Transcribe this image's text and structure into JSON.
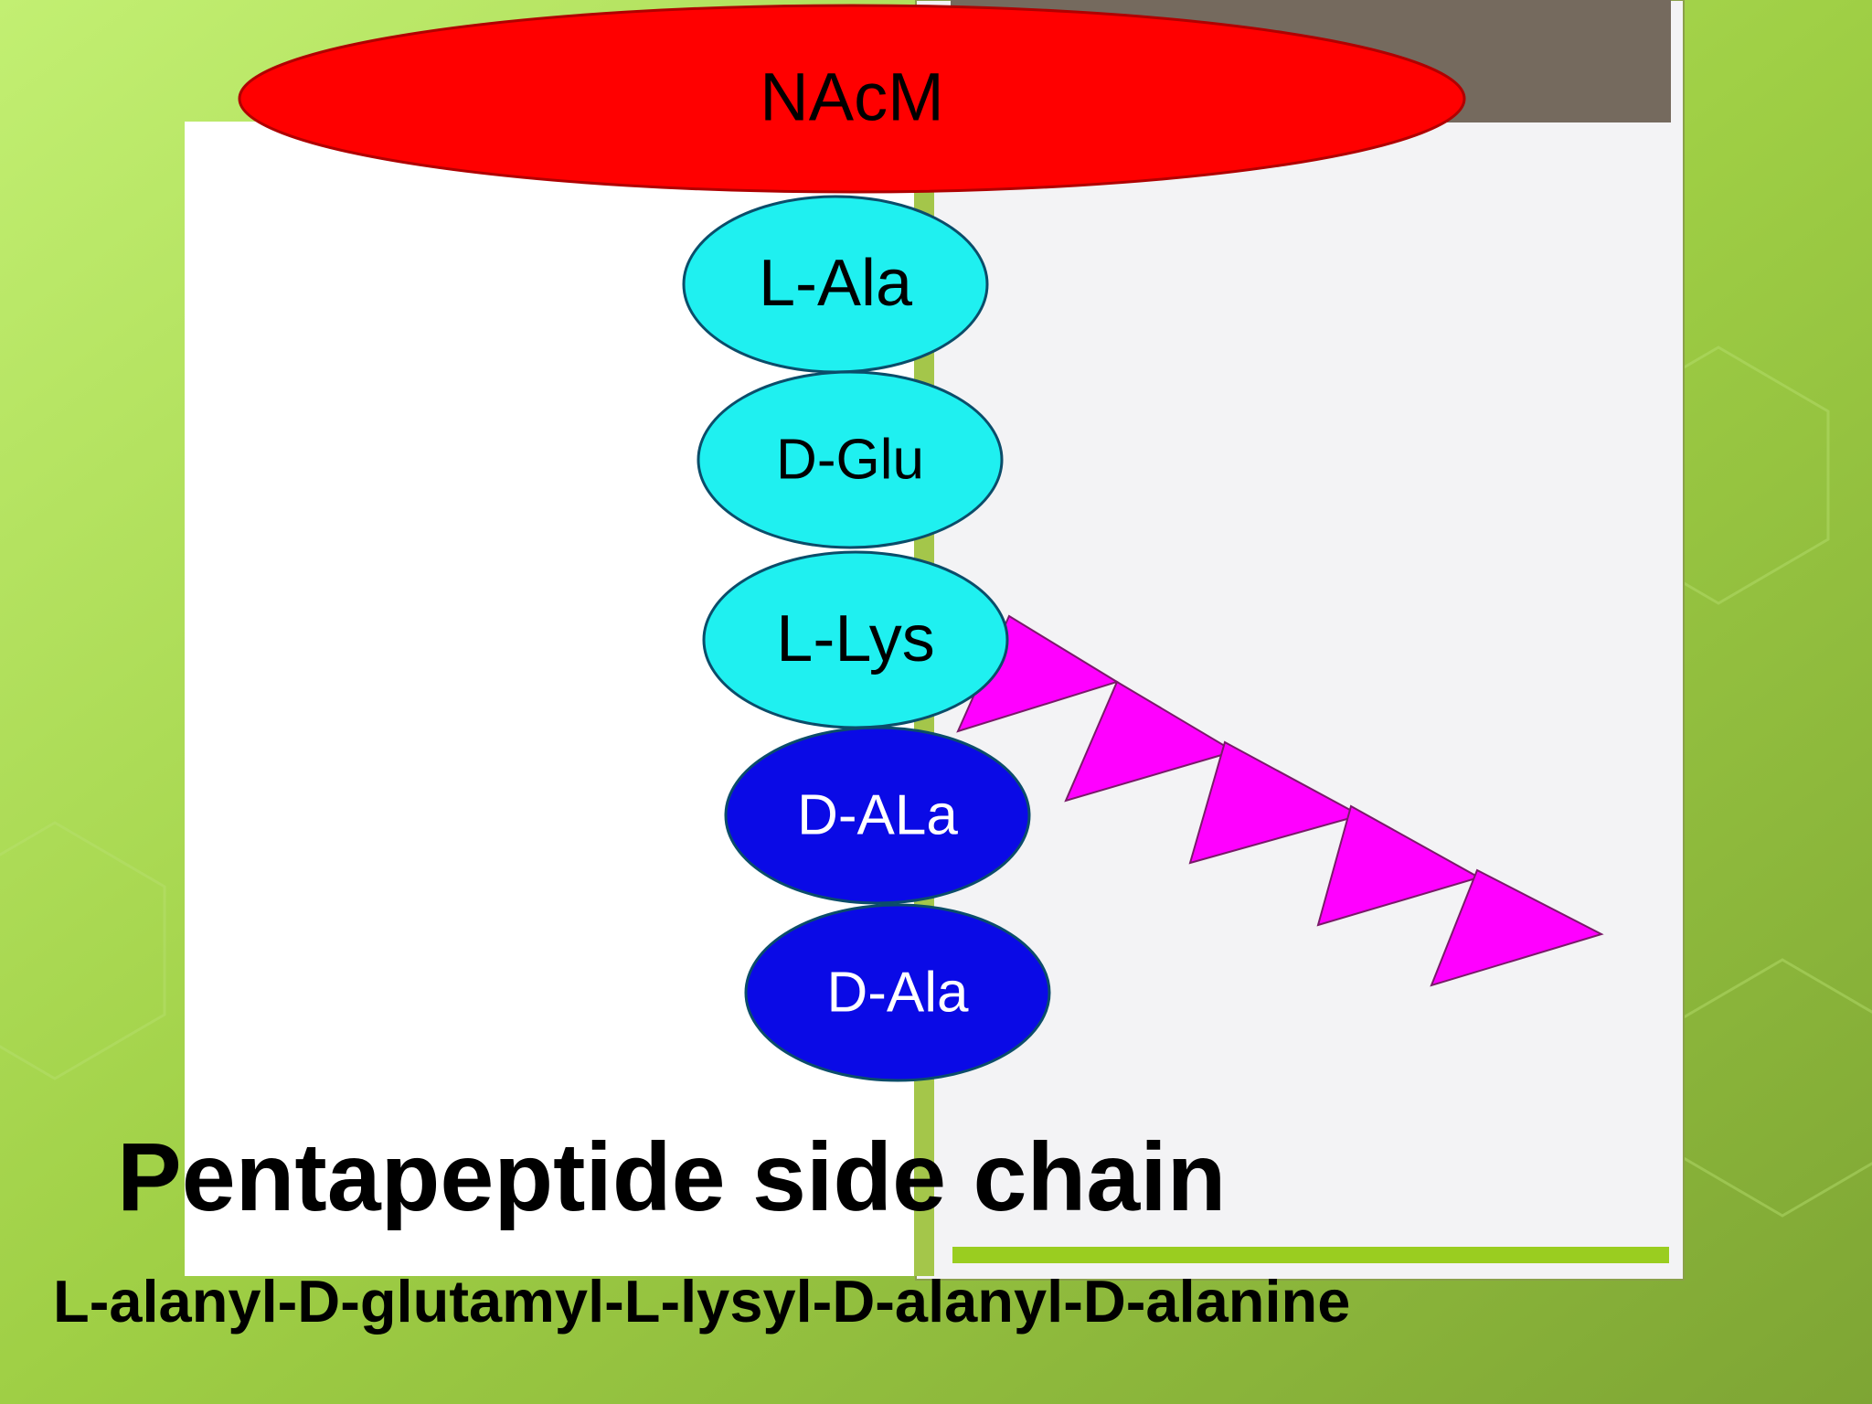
{
  "slide": {
    "title": "Pentapeptide side chain",
    "subtitle": "L-alanyl-D-glutamyl-L-lysyl-D-alanyl-D-alanine"
  },
  "diagram": {
    "sugar": {
      "label": "NAcM",
      "color": "#ff0000"
    },
    "residues": [
      {
        "label": "L-Ala",
        "color": "#1ff0f0"
      },
      {
        "label": "D-Glu",
        "color": "#1ff0f0"
      },
      {
        "label": "L-Lys",
        "color": "#1ff0f0"
      },
      {
        "label": "D-ALa",
        "color": "#0a0ae6"
      },
      {
        "label": "D-Ala",
        "color": "#0a0ae6"
      }
    ],
    "bridge": {
      "count": 5,
      "color": "#ff00ff"
    }
  },
  "colors": {
    "background": "#9fcf45",
    "panel": "#f3f3f5",
    "accent_bar": "#9acd20",
    "header_block": "#756a5e"
  }
}
